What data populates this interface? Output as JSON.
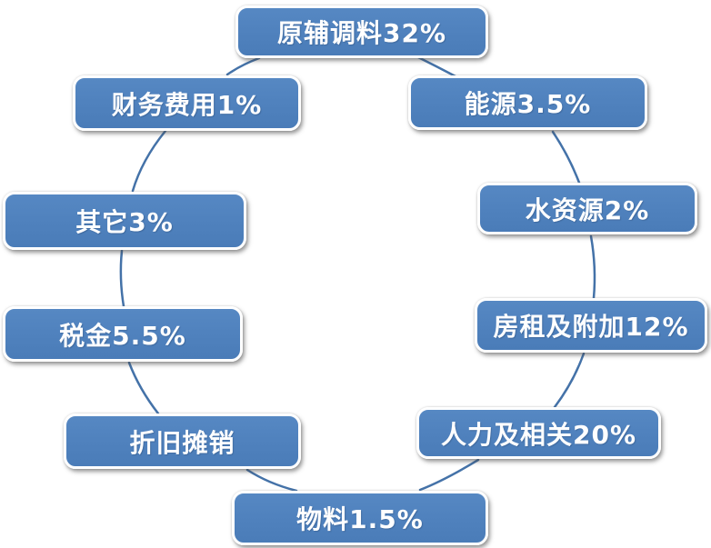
{
  "diagram": {
    "type": "cycle",
    "direction": "clockwise",
    "nodes": [
      {
        "name": "原辅调料",
        "percent": "32%",
        "label": "原辅调料32%"
      },
      {
        "name": "能源",
        "percent": "3.5%",
        "label": "能源3.5%"
      },
      {
        "name": "水资源",
        "percent": "2%",
        "label": "水资源2%"
      },
      {
        "name": "房租及附加",
        "percent": "12%",
        "label": "房租及附加12%"
      },
      {
        "name": "人力及相关",
        "percent": "20%",
        "label": "人力及相关20%"
      },
      {
        "name": "物料",
        "percent": "1.5%",
        "label": "物料1.5%"
      },
      {
        "name": "折旧摊销",
        "percent": "",
        "label": "折旧摊销"
      },
      {
        "name": "税金",
        "percent": "5.5%",
        "label": "税金5.5%"
      },
      {
        "name": "其它",
        "percent": "3%",
        "label": "其它3%"
      },
      {
        "name": "财务费用",
        "percent": "1%",
        "label": "财务费用1%"
      }
    ],
    "colors": {
      "node_fill": "#4f81bd",
      "node_border": "#ffffff",
      "node_text": "#ffffff",
      "connector": "#4472a8",
      "background": "#ffffff"
    }
  }
}
